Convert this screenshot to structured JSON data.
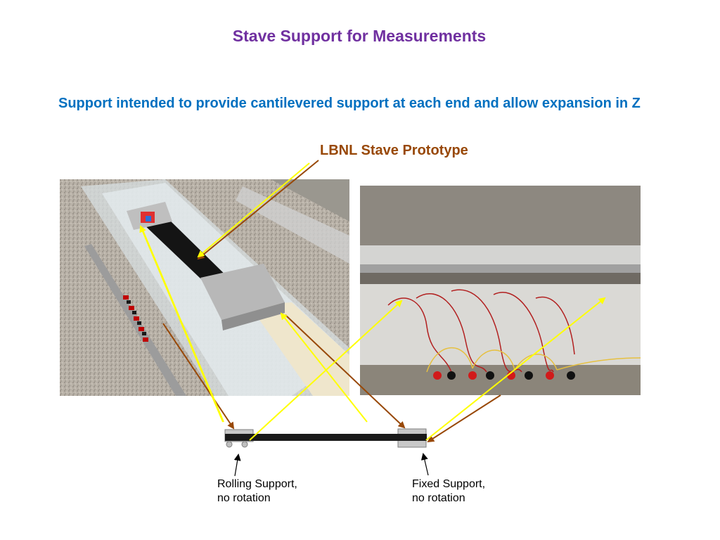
{
  "slide": {
    "title": "Stave Support for Measurements",
    "subtitle": "Support intended to provide cantilevered support at each end and allow expansion in Z",
    "prototype_label": "LBNL Stave Prototype"
  },
  "diagram": {
    "rolling_support": {
      "line1": "Rolling Support,",
      "line2": "no rotation"
    },
    "fixed_support": {
      "line1": "Fixed Support,",
      "line2": "no rotation"
    }
  },
  "colors": {
    "title": "#7030a0",
    "subtitle": "#0070c0",
    "prototype_label": "#984807",
    "yellow_arrow": "#ffff00",
    "brown_arrow": "#984807"
  },
  "photos": {
    "left": "stave in clear acrylic enclosure with end blocks",
    "right": "enclosure front view with wired connectors"
  }
}
